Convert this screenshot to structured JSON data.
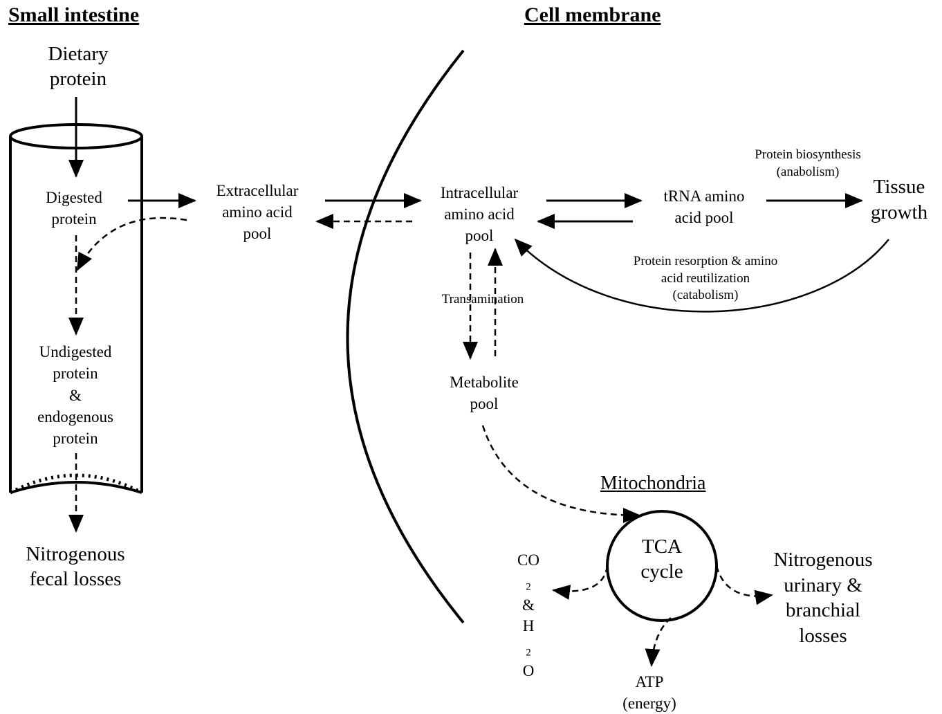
{
  "headings": {
    "small_intestine": "Small intestine",
    "cell_membrane": "Cell membrane",
    "mitochondria": "Mitochondria"
  },
  "nodes": {
    "dietary_protein": [
      "Dietary",
      "protein"
    ],
    "digested_protein": [
      "Digested",
      "protein"
    ],
    "undigested_protein": [
      "Undigested",
      "protein",
      "&",
      "endogenous",
      "protein"
    ],
    "fecal_losses": [
      "Nitrogenous",
      "fecal losses"
    ],
    "extracellular_pool": [
      "Extracellular",
      "amino acid",
      "pool"
    ],
    "intracellular_pool": [
      "Intracellular",
      "amino acid",
      "pool"
    ],
    "trna_pool": [
      "tRNA amino",
      "acid pool"
    ],
    "tissue_growth": [
      "Tissue",
      "growth"
    ],
    "metabolite_pool": [
      "Metabolite",
      "pool"
    ],
    "tca_cycle": [
      "TCA",
      "cycle"
    ],
    "co2": {
      "main": "CO",
      "sub": "2"
    },
    "and_symbol": "&",
    "h2o": {
      "pre": "H",
      "sub": "2",
      "post": "O"
    },
    "atp": [
      "ATP",
      "(energy)"
    ],
    "urinary_losses": [
      "Nitrogenous",
      "urinary &",
      "branchial",
      "losses"
    ]
  },
  "annotations": {
    "biosynthesis": [
      "Protein biosynthesis",
      "(anabolism)"
    ],
    "resorption": [
      "Protein resorption & amino",
      "acid reutilization",
      "(catabolism)"
    ],
    "transamination": "Transamination"
  }
}
